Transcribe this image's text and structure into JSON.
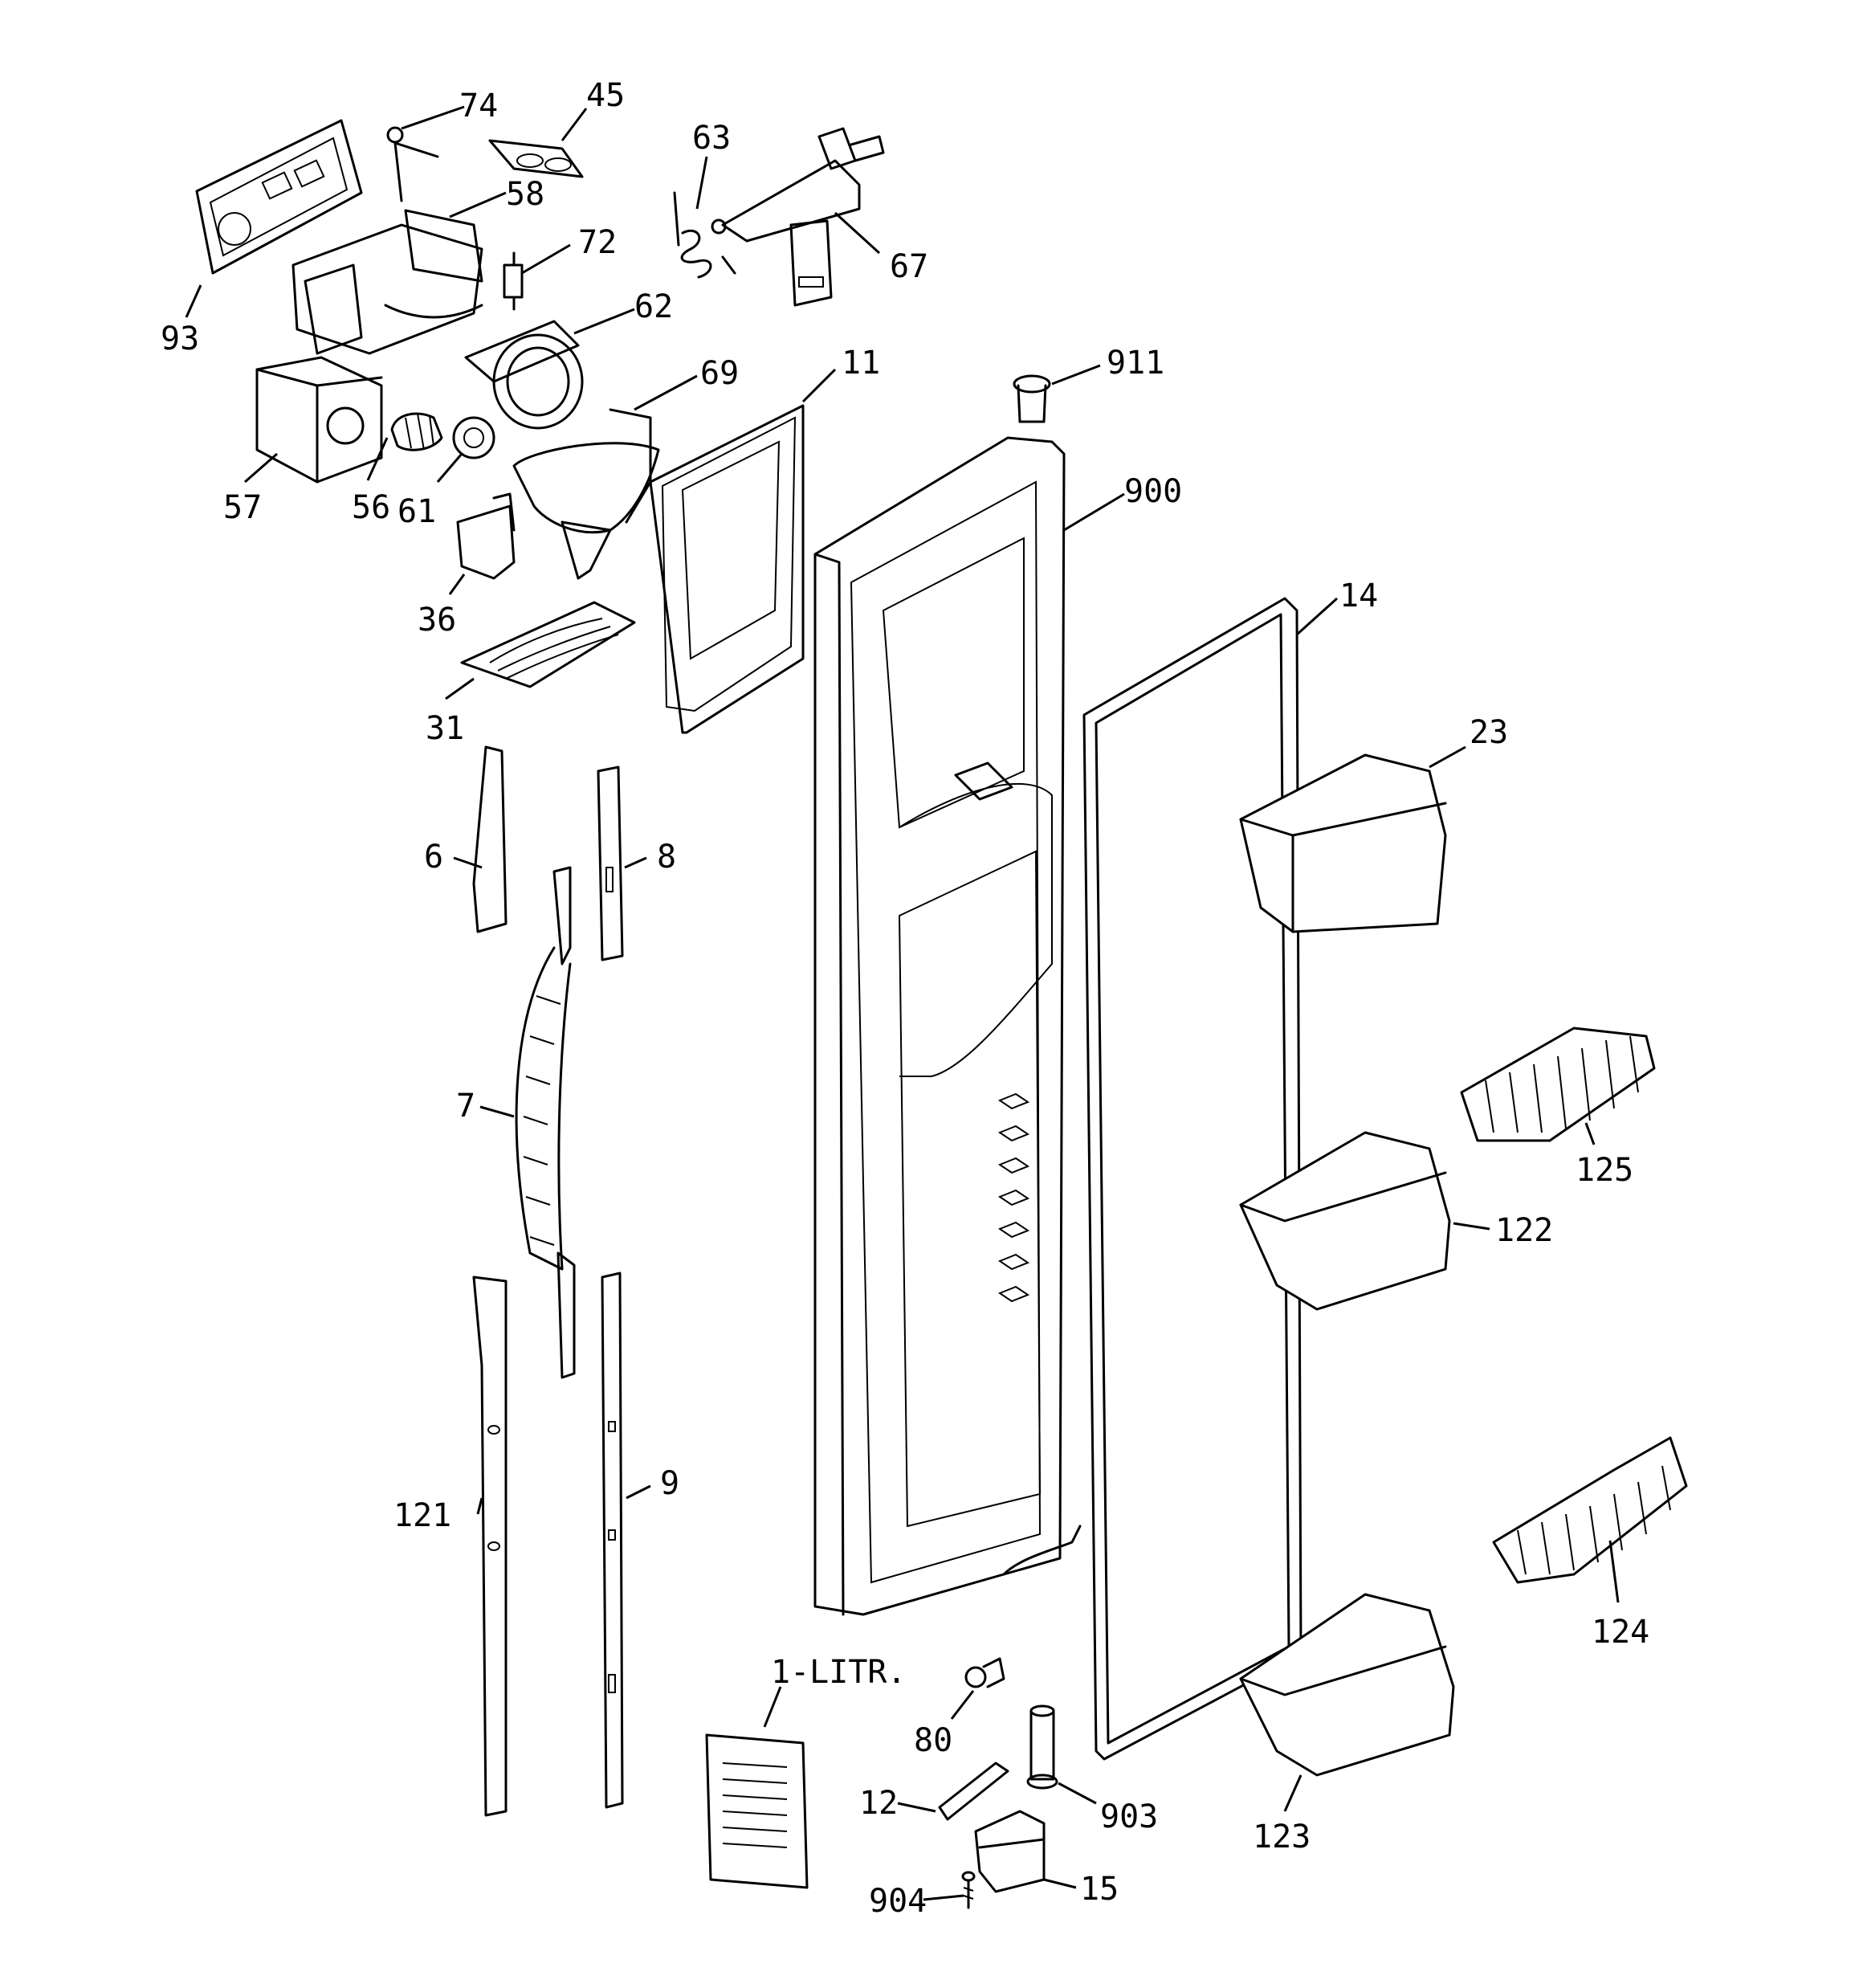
{
  "labels": {
    "p93": "93",
    "p74": "74",
    "p45": "45",
    "p58": "58",
    "p63": "63",
    "p67": "67",
    "p72": "72",
    "p62": "62",
    "p69": "69",
    "p11": "11",
    "p911": "911",
    "p57": "57",
    "p56": "56",
    "p61": "61",
    "p900": "900",
    "p36": "36",
    "p14": "14",
    "p31": "31",
    "p23": "23",
    "p6": "6",
    "p8": "8",
    "p7": "7",
    "p125": "125",
    "p122": "122",
    "p121": "121",
    "p9": "9",
    "p124": "124",
    "p80": "80",
    "p1litr": "1-LITR.",
    "p12": "12",
    "p903": "903",
    "p123": "123",
    "p904": "904",
    "p15": "15"
  }
}
